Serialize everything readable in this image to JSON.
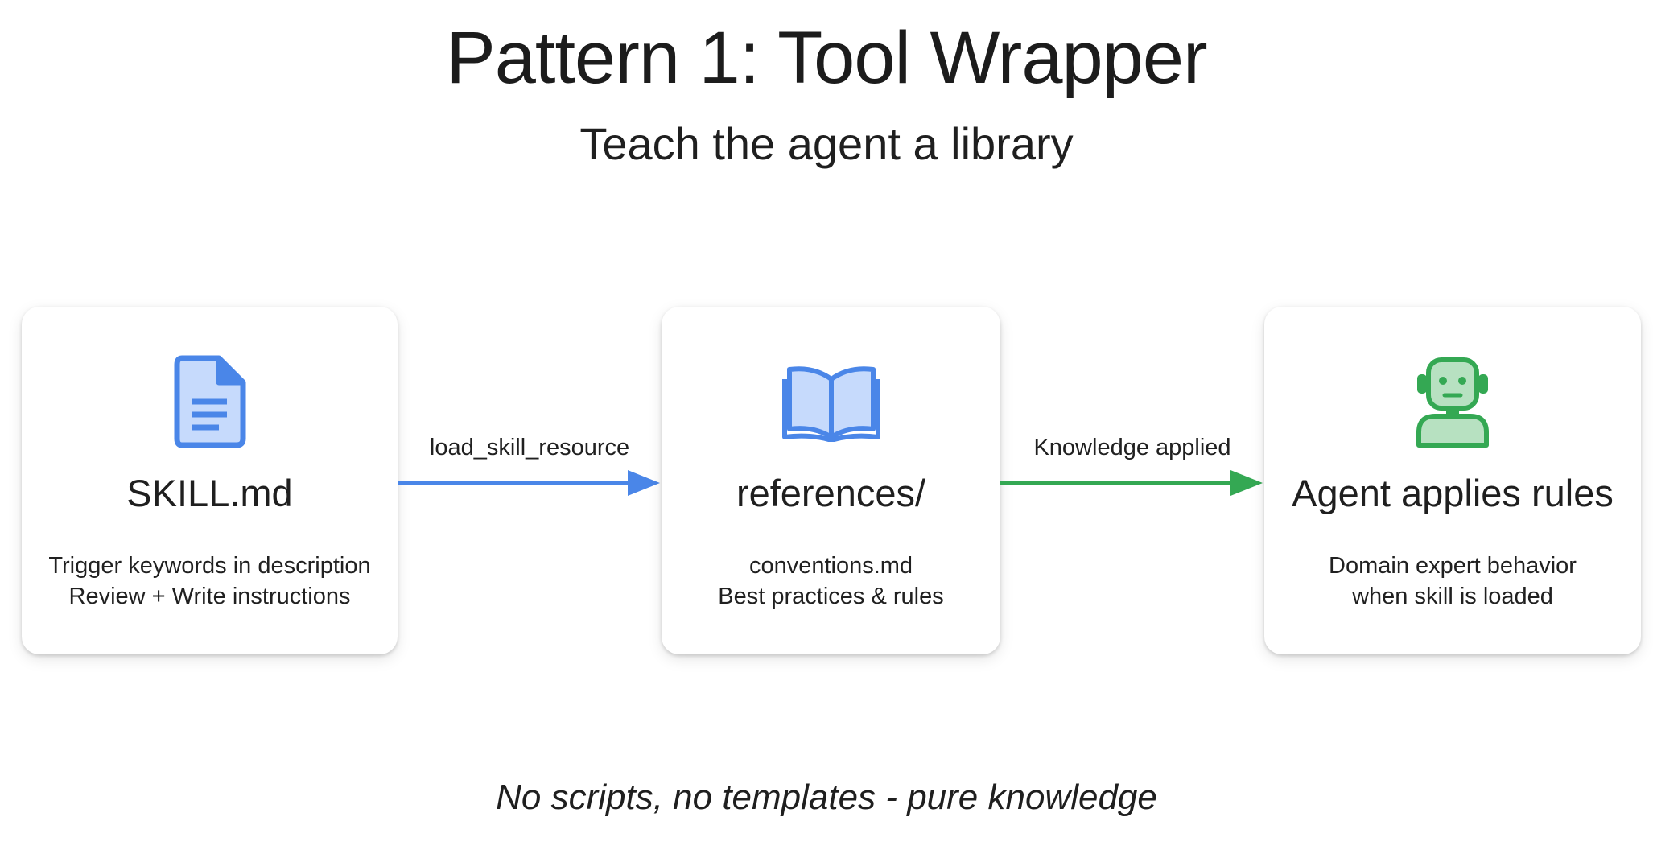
{
  "title": "Pattern 1: Tool Wrapper",
  "subtitle": "Teach the agent a library",
  "cards": [
    {
      "icon": "document-icon",
      "title": "SKILL.md",
      "lines": [
        "Trigger keywords in description",
        "Review + Write instructions"
      ]
    },
    {
      "icon": "book-icon",
      "title": "references/",
      "lines": [
        "conventions.md",
        "Best practices & rules"
      ]
    },
    {
      "icon": "robot-agent-icon",
      "title": "Agent applies rules",
      "lines": [
        "Domain expert behavior",
        "when skill is loaded"
      ]
    }
  ],
  "arrows": [
    {
      "label": "load_skill_resource",
      "color": "#4a86e8"
    },
    {
      "label": "Knowledge applied",
      "color": "#34a853"
    }
  ],
  "colors": {
    "blue_icon_stroke": "#4a86e8",
    "blue_icon_fill": "#c6dafc",
    "green_icon_stroke": "#34a853",
    "green_icon_fill": "#b7e1c1"
  },
  "footer": "No scripts, no templates - pure knowledge"
}
